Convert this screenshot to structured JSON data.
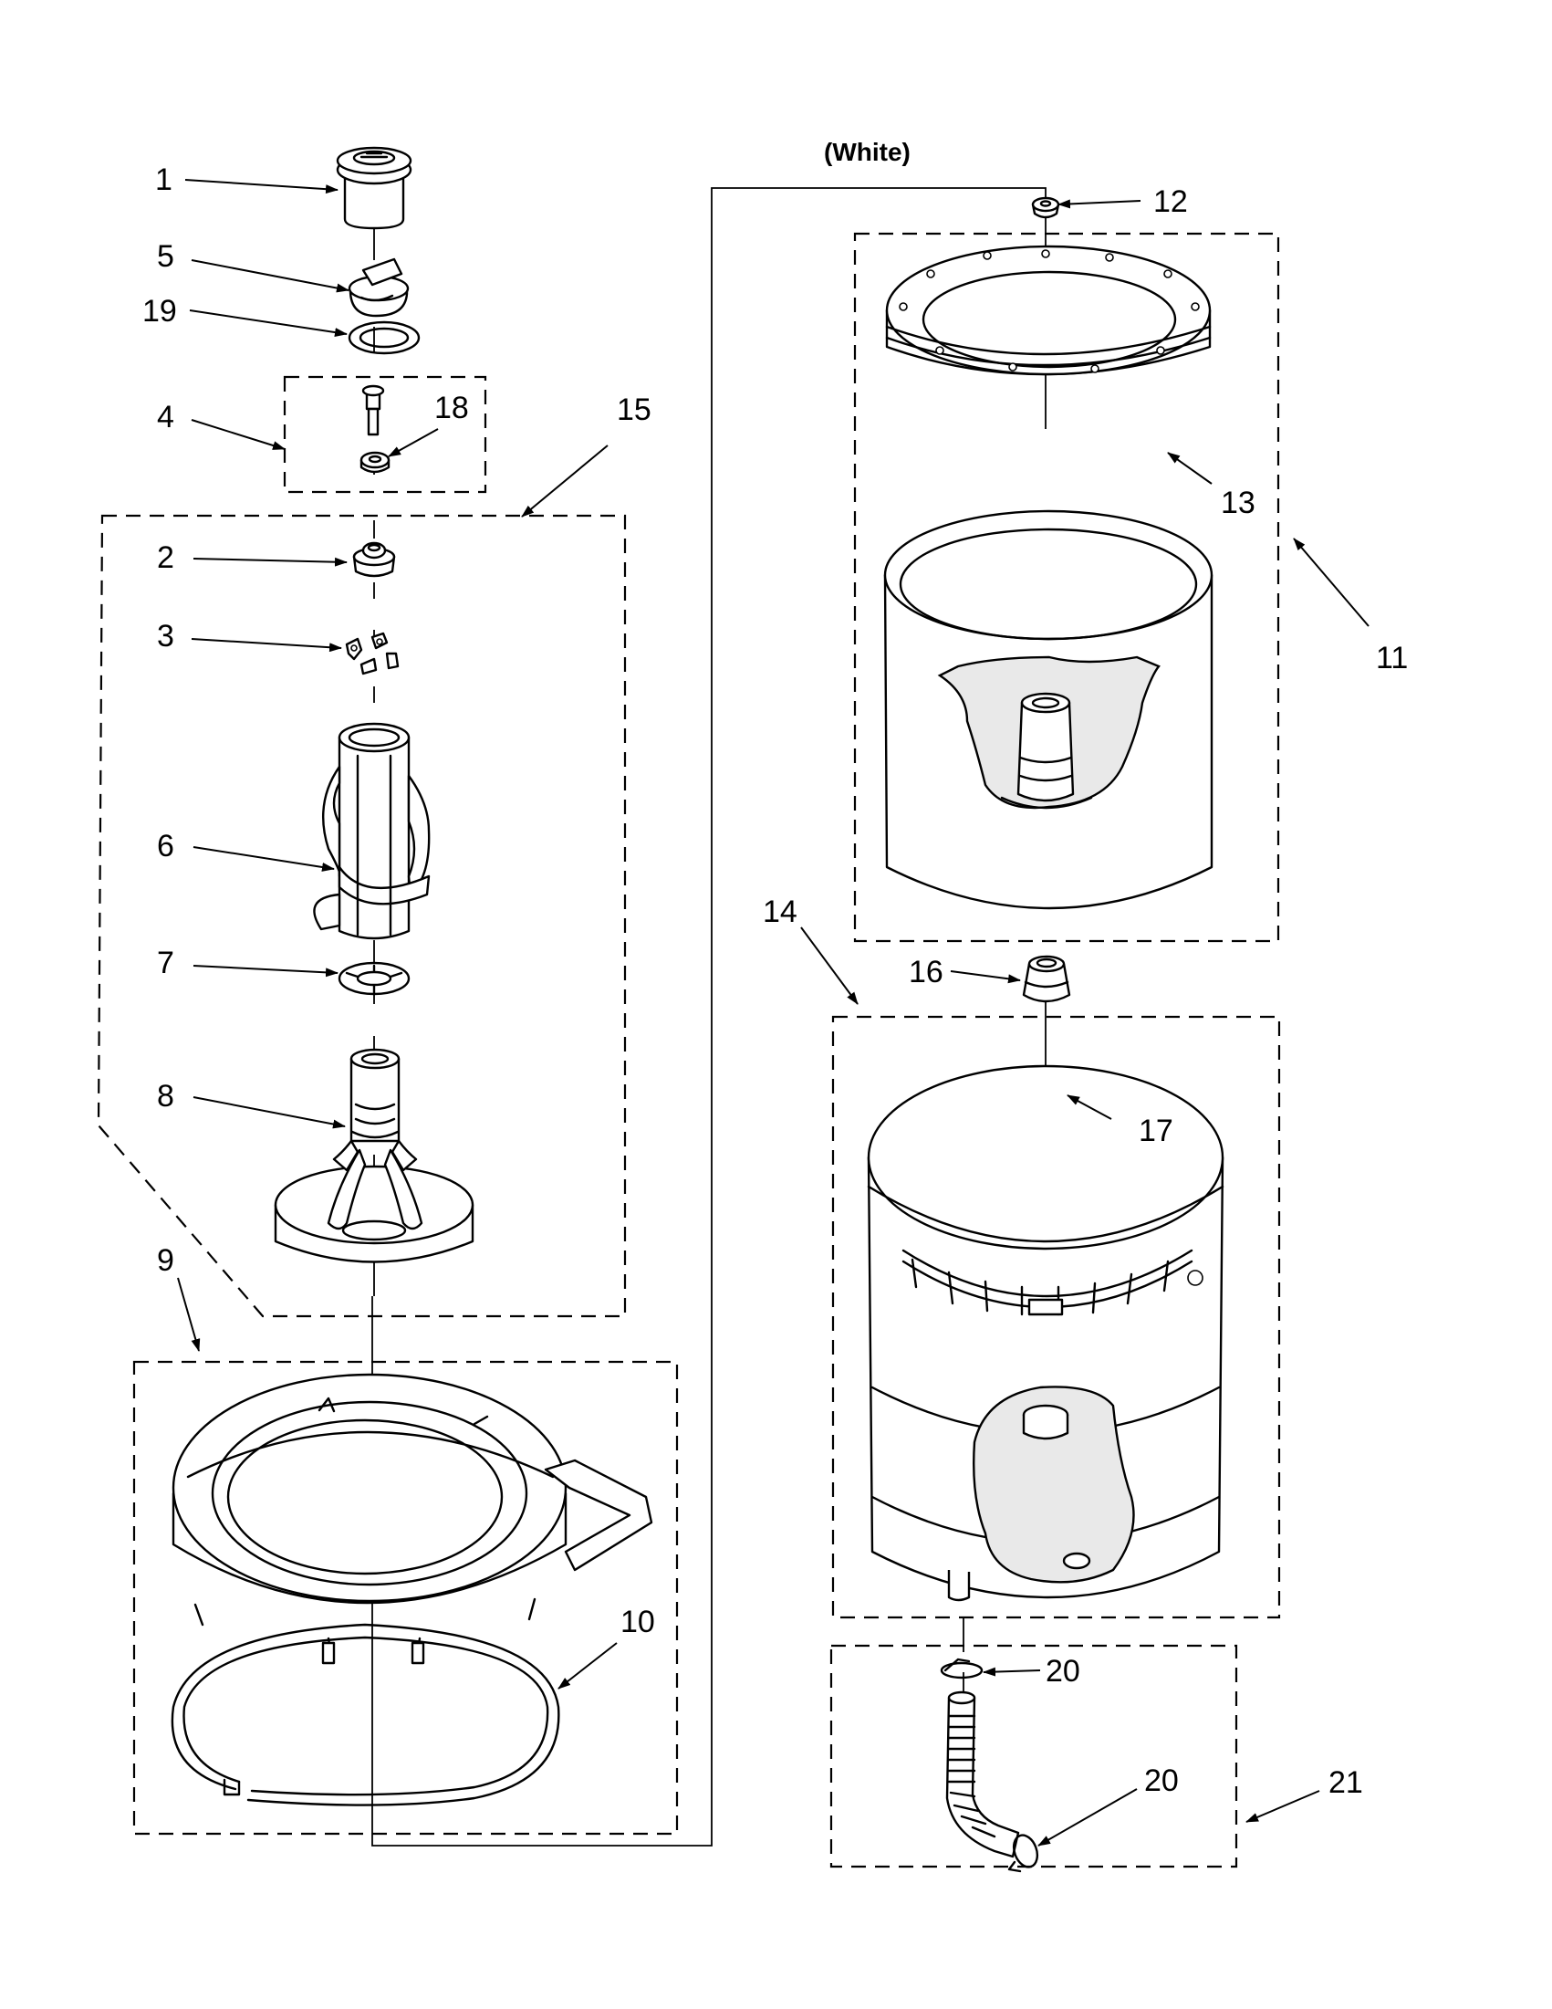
{
  "diagram": {
    "note": "(White)",
    "callouts": [
      "1",
      "5",
      "19",
      "4",
      "18",
      "15",
      "2",
      "3",
      "6",
      "7",
      "8",
      "9",
      "10",
      "12",
      "13",
      "11",
      "14",
      "16",
      "17",
      "20",
      "20",
      "21"
    ]
  }
}
